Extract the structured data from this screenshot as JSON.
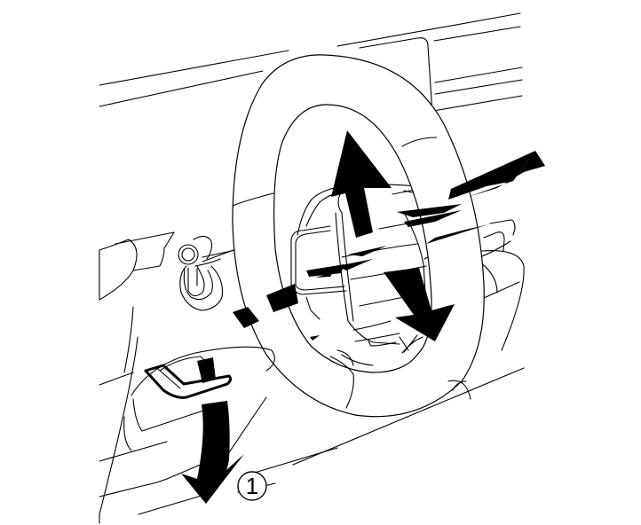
{
  "figure": {
    "description": "Steering wheel tilt and telescopic adjustment illustration",
    "callouts": [
      {
        "id": "1",
        "label": "①",
        "number": "1",
        "target": "tilt-telescopic-lock-lever",
        "direction": "pull-down"
      }
    ],
    "motion_arrows": [
      {
        "name": "tilt-up-down",
        "type": "double-headed",
        "axis": "vertical"
      },
      {
        "name": "telescopic-in-out",
        "type": "double-headed",
        "axis": "fore-aft"
      }
    ],
    "colors": {
      "line": "#000000",
      "background": "#ffffff",
      "fill": "#000000"
    }
  }
}
